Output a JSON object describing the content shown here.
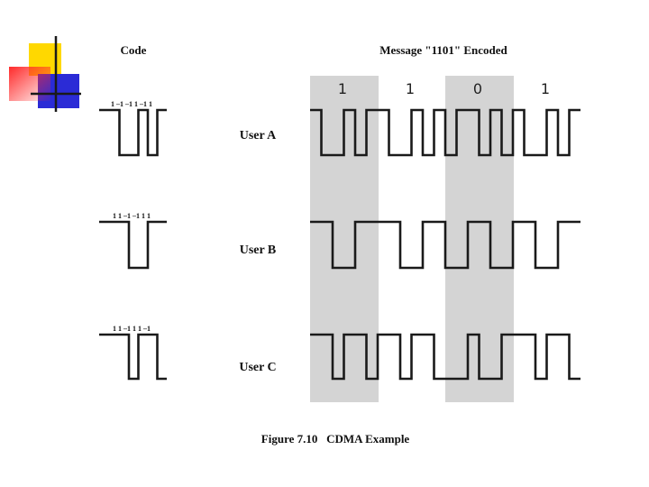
{
  "slide": {
    "code_header": "Code",
    "message_header": "Message \"1101\" Encoded",
    "message_bits": [
      "1",
      "1",
      "0",
      "1"
    ],
    "caption": "Figure 7.10   CDMA Example",
    "users": [
      {
        "label": "User A",
        "code": [
          1,
          -1,
          -1,
          1,
          -1,
          1
        ],
        "code_text": "1  –1  –1  1  –1  1"
      },
      {
        "label": "User B",
        "code": [
          1,
          1,
          -1,
          -1,
          1,
          1
        ],
        "code_text": "1   1  –1  –1  1   1"
      },
      {
        "label": "User C",
        "code": [
          1,
          1,
          -1,
          1,
          1,
          -1
        ],
        "code_text": "1   1  –1  1   1  –1"
      }
    ],
    "colors": {
      "band": "#d4d4d4",
      "line": "#1a1a1a",
      "logo_yellow": "#ffd800",
      "logo_red": "#ff2a2a",
      "logo_blue": "#2b2bd6"
    }
  }
}
